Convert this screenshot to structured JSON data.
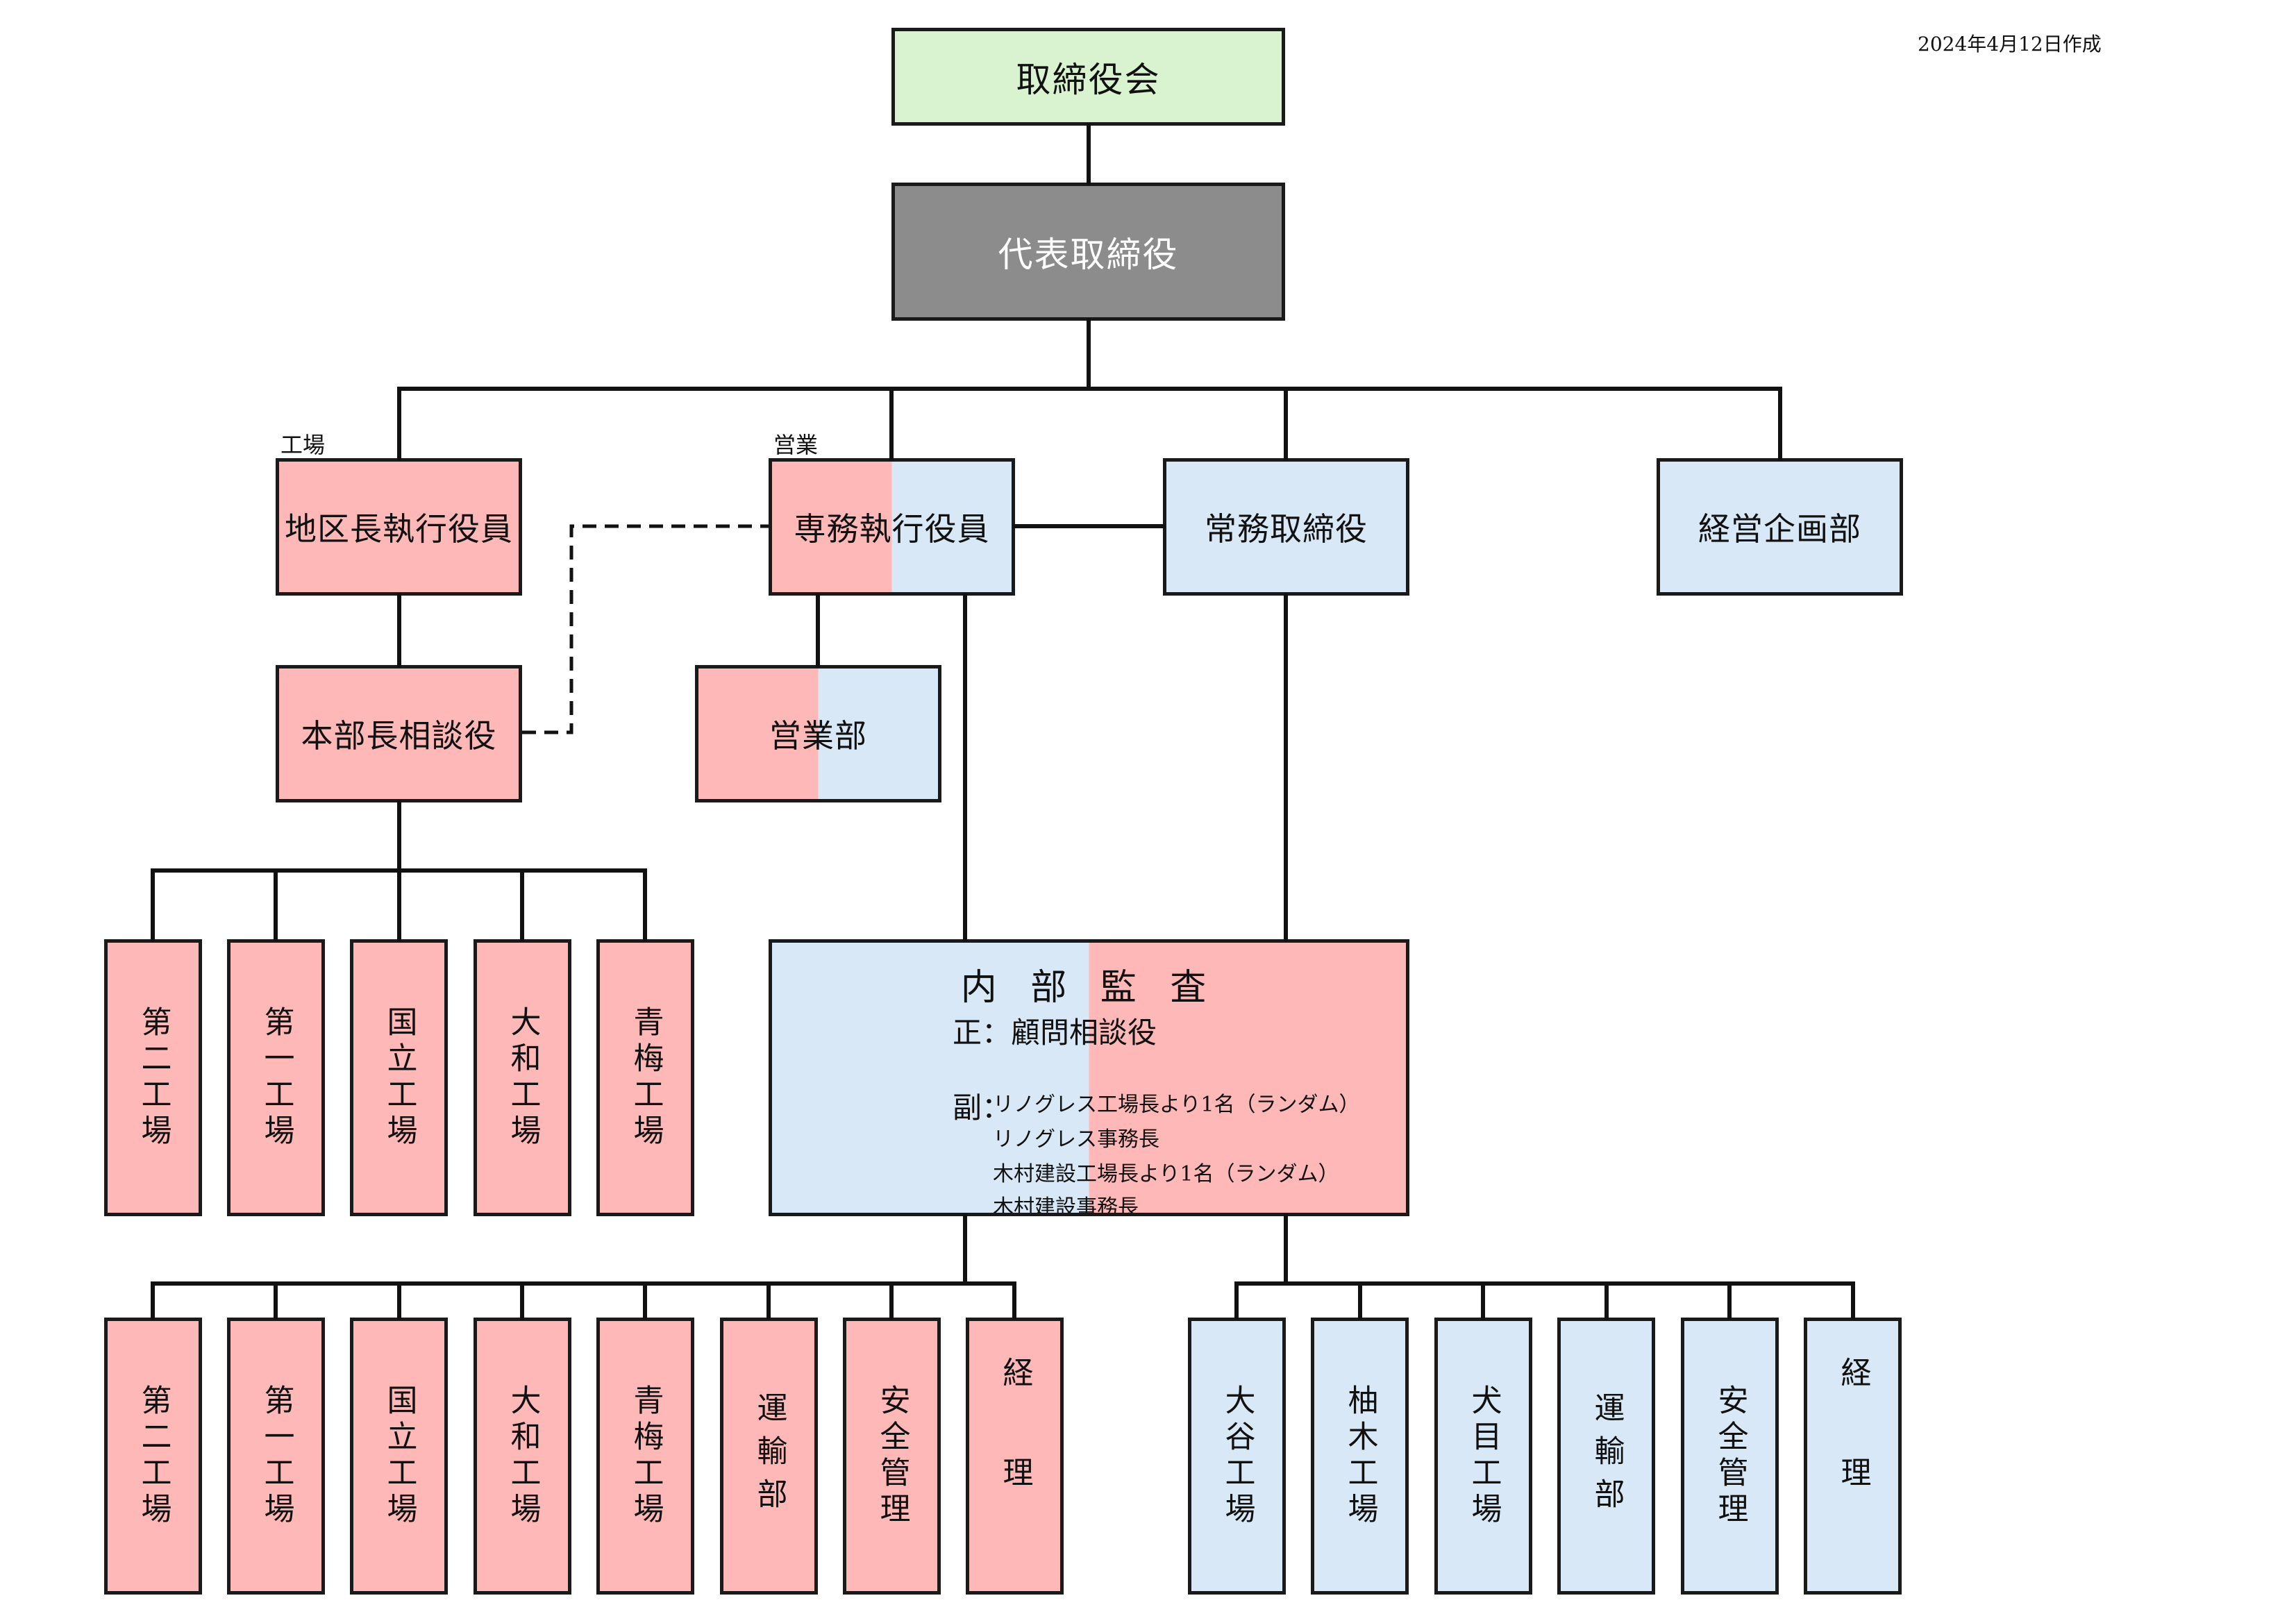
{
  "date": "2024年4月12日作成",
  "tags": {
    "factory": "工場",
    "sales": "営業"
  },
  "board": "取締役会",
  "president": "代表取締役",
  "district_officer": "地区長執行役員",
  "senior_officer": "専務執行役員",
  "managing_director": "常務取締役",
  "planning_dept": "経営企画部",
  "hq_advisor": "本部長相談役",
  "sales_dept": "営業部",
  "factories_upper": [
    "第二工場",
    "第一工場",
    "国立工場",
    "大和工場",
    "青梅工場"
  ],
  "audit": {
    "title": "内 部 監 査",
    "chief": "正：顧問相談役",
    "deputy_key": "副：",
    "deputies": [
      "リノグレス工場長より1名（ランダム）",
      "リノグレス事務長",
      "木村建設工場長より1名（ランダム）",
      "木村建設事務長"
    ]
  },
  "units_left": [
    "第二工場",
    "第一工場",
    "国立工場",
    "大和工場",
    "青梅工場",
    "運輸部",
    "安全管理",
    "経理"
  ],
  "units_right": [
    "大谷工場",
    "柚木工場",
    "犬目工場",
    "運輸部",
    "安全管理",
    "経理"
  ],
  "colors": {
    "pink": "#ffb8b8",
    "blue": "#d8e8f6",
    "green": "#d9f2d0",
    "gray": "#8c8c8c"
  }
}
